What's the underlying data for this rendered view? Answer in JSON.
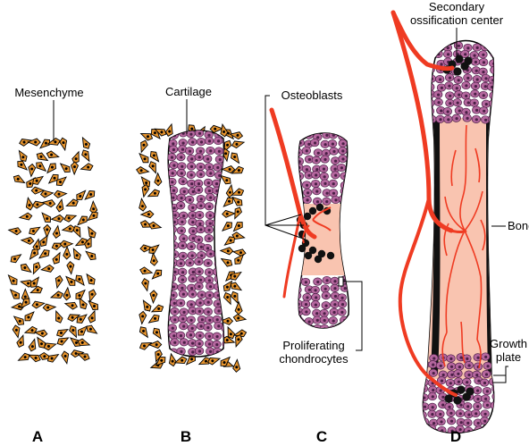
{
  "labels": {
    "mesenchyme": "Mesenchyme",
    "cartilage": "Cartilage",
    "osteoblasts": "Osteoblasts",
    "proliferating_1": "Proliferating",
    "proliferating_2": "chondrocytes",
    "secondary_1": "Secondary",
    "secondary_2": "ossification center",
    "bone": "Bone",
    "growth_1": "Growth",
    "growth_2": "plate"
  },
  "panels": {
    "a": "A",
    "b": "B",
    "c": "C",
    "d": "D"
  },
  "colors": {
    "mesenchyme_cell": "#e8952e",
    "chondrocyte": "#b5679e",
    "chondrocyte_nucleus": "#4a1f46",
    "bone_matrix": "#f9c4b0",
    "vessel": "#ef3b22",
    "ossified": "#111111",
    "outline": "#000000"
  }
}
